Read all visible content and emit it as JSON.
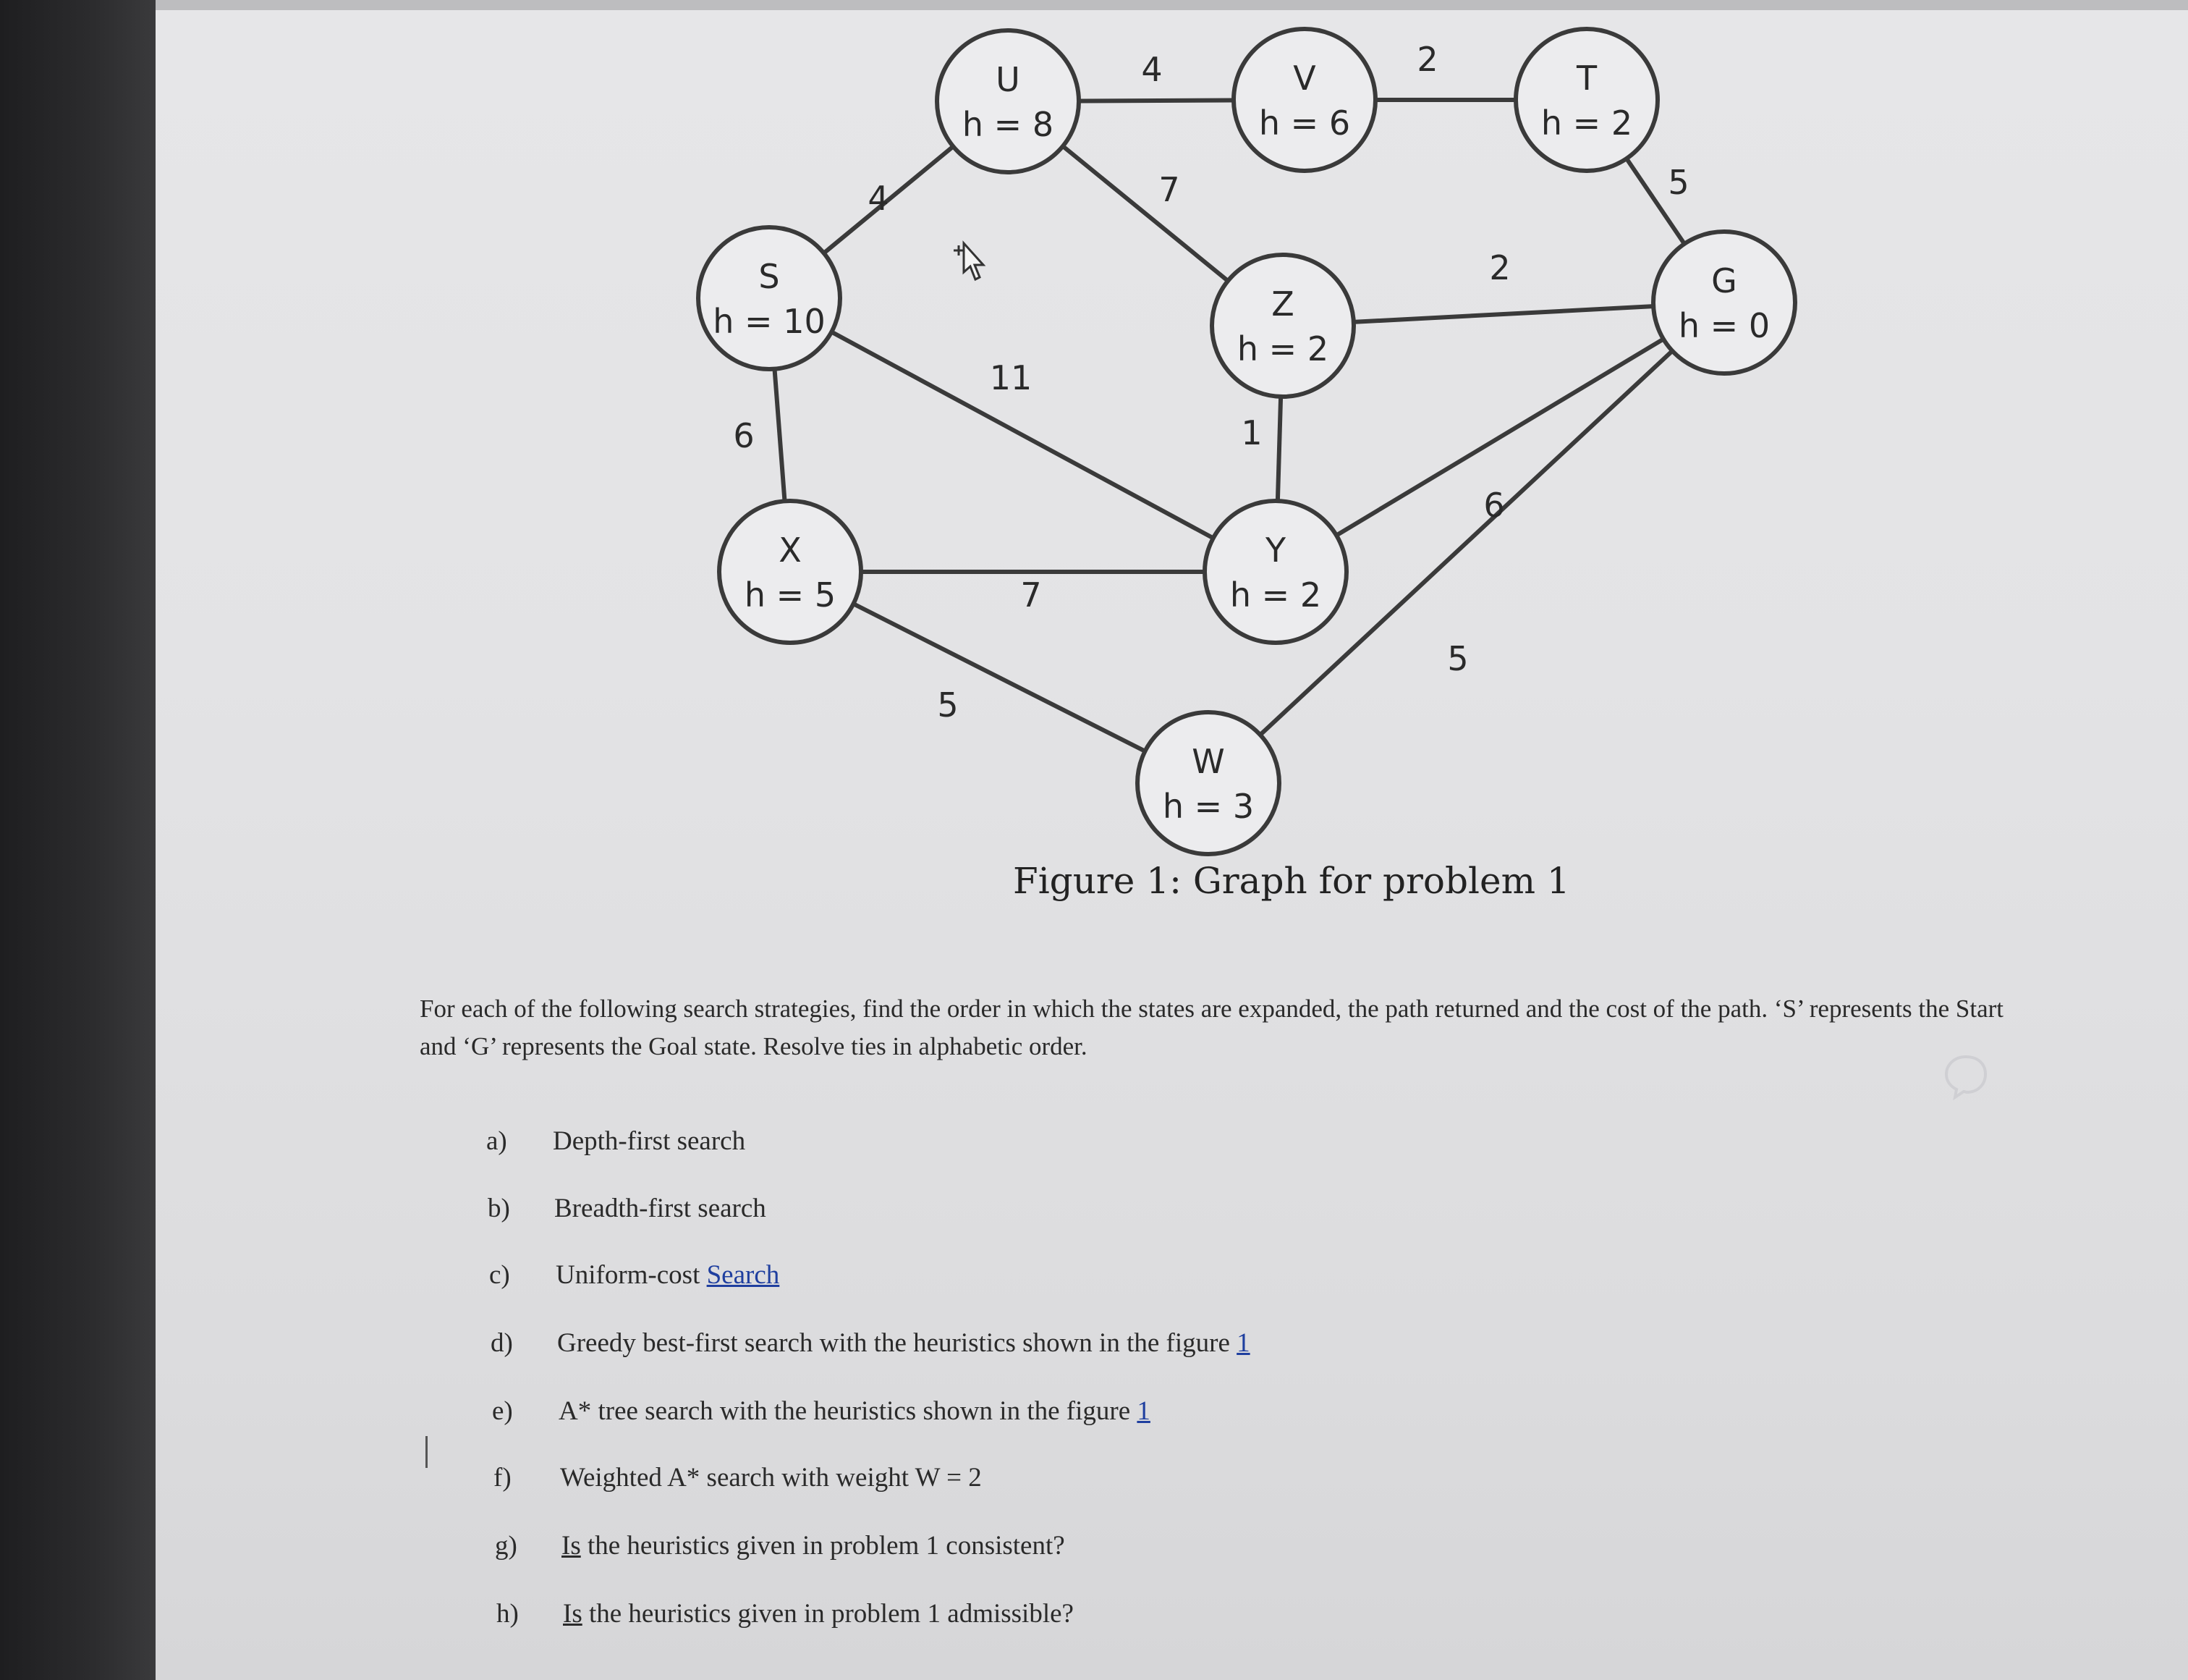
{
  "graph": {
    "nodes": [
      {
        "id": "U",
        "name": "U",
        "h": "h = 8"
      },
      {
        "id": "V",
        "name": "V",
        "h": "h = 6"
      },
      {
        "id": "T",
        "name": "T",
        "h": "h = 2"
      },
      {
        "id": "S",
        "name": "S",
        "h": "h = 10"
      },
      {
        "id": "Z",
        "name": "Z",
        "h": "h = 2"
      },
      {
        "id": "G",
        "name": "G",
        "h": "h = 0"
      },
      {
        "id": "X",
        "name": "X",
        "h": "h = 5"
      },
      {
        "id": "Y",
        "name": "Y",
        "h": "h = 2"
      },
      {
        "id": "W",
        "name": "W",
        "h": "h = 3"
      }
    ],
    "edges": [
      {
        "from": "S",
        "to": "U",
        "cost": "4"
      },
      {
        "from": "U",
        "to": "V",
        "cost": "4"
      },
      {
        "from": "V",
        "to": "T",
        "cost": "2"
      },
      {
        "from": "T",
        "to": "G",
        "cost": "5"
      },
      {
        "from": "U",
        "to": "Z",
        "cost": "7"
      },
      {
        "from": "Z",
        "to": "G",
        "cost": "2"
      },
      {
        "from": "S",
        "to": "Y",
        "cost": "11"
      },
      {
        "from": "Z",
        "to": "Y",
        "cost": "1"
      },
      {
        "from": "S",
        "to": "X",
        "cost": "6"
      },
      {
        "from": "X",
        "to": "Y",
        "cost": "7"
      },
      {
        "from": "Y",
        "to": "G",
        "cost": "6"
      },
      {
        "from": "W",
        "to": "G",
        "cost": "5"
      },
      {
        "from": "X",
        "to": "W",
        "cost": "5"
      }
    ]
  },
  "caption": "Figure 1: Graph for problem 1",
  "question": "For each of the following search strategies, find the order in which the states are expanded, the path returned and the cost of the path. ‘S’ represents the Start and ‘G’ represents the Goal state. Resolve ties in alphabetic order.",
  "items": [
    {
      "letter": "a)",
      "text": "Depth-first search"
    },
    {
      "letter": "b)",
      "text": "Breadth-first search"
    },
    {
      "letter": "c)",
      "text_before": "Uniform-cost ",
      "text_link": "Search"
    },
    {
      "letter": "d)",
      "text_before": "Greedy best-first search with the heuristics shown in the figure ",
      "text_link": "1"
    },
    {
      "letter": "e)",
      "text_before": "A* tree search with the heuristics shown in the figure ",
      "text_link": "1"
    },
    {
      "letter": "f)",
      "text": "Weighted A* search with weight W = 2"
    },
    {
      "letter": "g)",
      "text_link": "Is",
      "text_after": " the heuristics given in problem 1 consistent?"
    },
    {
      "letter": "h)",
      "text_link": "Is",
      "text_after": " the heuristics given in problem 1 admissible?"
    }
  ],
  "colors": {
    "paper": "#e4e4e6",
    "ink": "#2a2a2a",
    "link": "#1f3f9f"
  },
  "icons": [
    "move-cursor-icon",
    "speech-bubble-icon"
  ]
}
